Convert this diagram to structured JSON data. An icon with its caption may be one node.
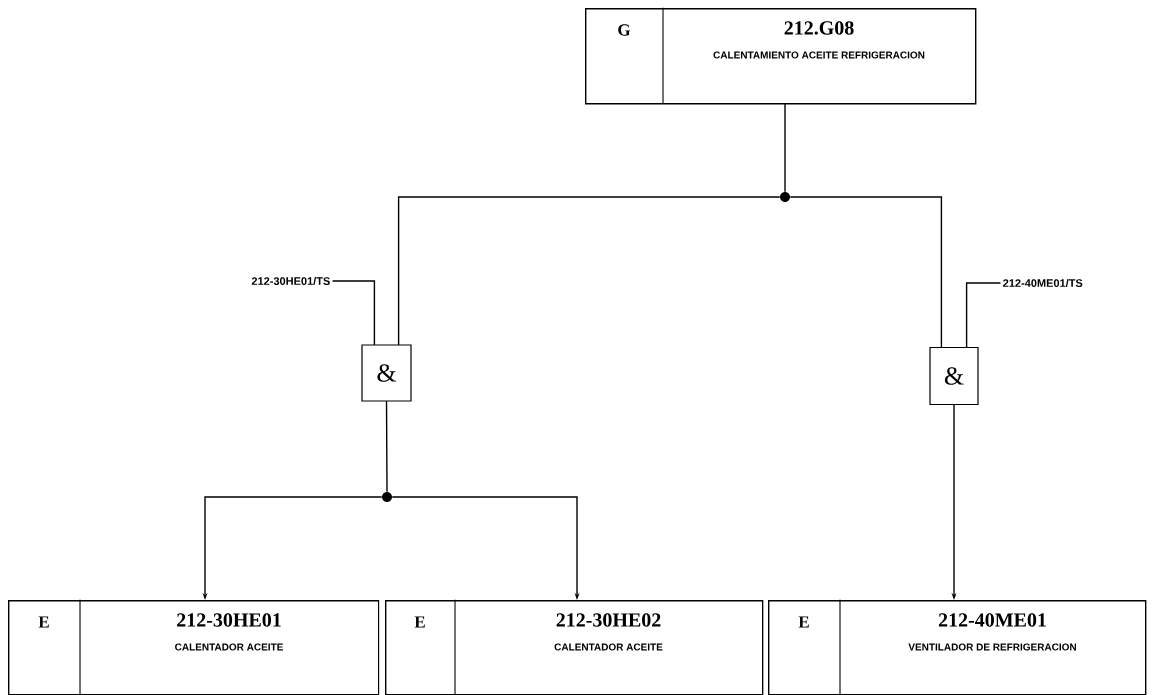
{
  "diagram": {
    "nodes": [
      {
        "text": [
          "G",
          "212.G08",
          "CALENTAMIENTO ACEITE REFRIGERACION"
        ]
      },
      {
        "text": [],
        "shape": "circle"
      },
      {
        "text": [
          "212-30HE01/TS"
        ]
      },
      {
        "text": [
          "&"
        ]
      },
      {
        "text": [
          "212-40ME01/TS"
        ]
      },
      {
        "text": [
          "&"
        ]
      },
      {
        "text": [],
        "shape": "circle"
      },
      {
        "text": [
          "E",
          "212-30HE01",
          "CALENTADOR ACEITE"
        ]
      },
      {
        "text": [
          "E",
          "212-30HE02",
          "CALENTADOR ACEITE"
        ]
      },
      {
        "text": [
          "E",
          "212-40ME01",
          "VENTILADOR DE REFRIGERACION"
        ]
      }
    ],
    "edges": [
      {
        "from": 0,
        "to": 1,
        "arrow": "none"
      },
      {
        "from": 1,
        "to": 3,
        "arrow": "none"
      },
      {
        "from": 1,
        "to": 5,
        "arrow": "none"
      },
      {
        "from": 2,
        "to": 3,
        "arrow": "none"
      },
      {
        "from": 4,
        "to": 5,
        "arrow": "none"
      },
      {
        "from": 3,
        "to": 6,
        "arrow": "none"
      },
      {
        "from": 6,
        "to": 7,
        "arrow": "to"
      },
      {
        "from": 6,
        "to": 8,
        "arrow": "to"
      },
      {
        "from": 5,
        "to": 9,
        "arrow": "to"
      }
    ]
  }
}
